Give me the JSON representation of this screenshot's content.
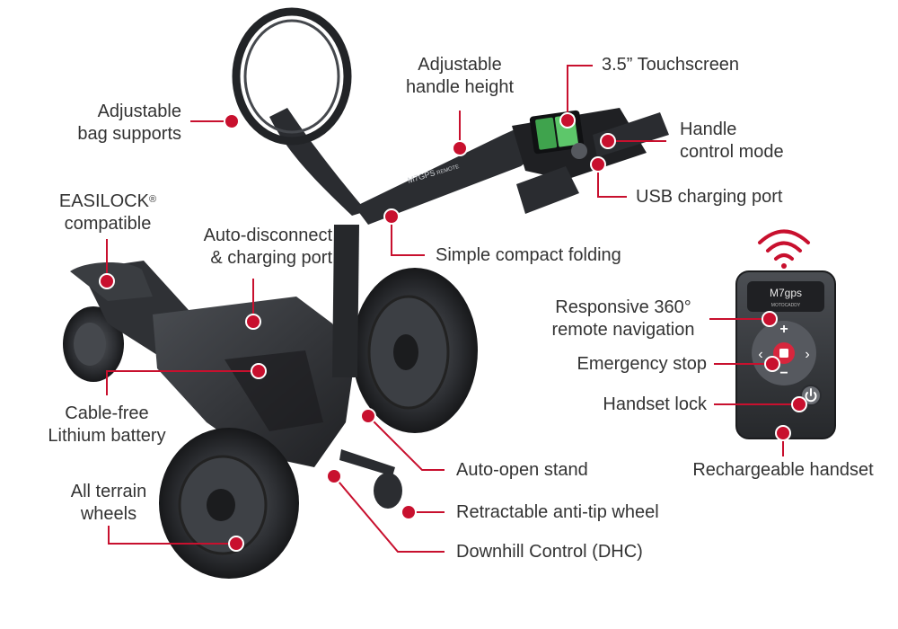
{
  "colors": {
    "accent": "#c8102e",
    "text": "#333333",
    "trolley": "#2b2d30",
    "background": "#ffffff"
  },
  "labels": {
    "adjustable_bag_supports": [
      "Adjustable",
      "bag supports"
    ],
    "adjustable_handle_height": [
      "Adjustable",
      "handle height"
    ],
    "touchscreen": "3.5” Touchscreen",
    "handle_control_mode": [
      "Handle",
      "control mode"
    ],
    "usb_charging_port": "USB charging port",
    "easilock": [
      "EASILOCK",
      "®",
      "compatible"
    ],
    "auto_disconnect": [
      "Auto-disconnect",
      "& charging port"
    ],
    "simple_compact_folding": "Simple compact folding",
    "cable_free_battery": [
      "Cable-free",
      "Lithium battery"
    ],
    "all_terrain_wheels": [
      "All terrain",
      "wheels"
    ],
    "auto_open_stand": "Auto-open stand",
    "anti_tip_wheel": "Retractable anti-tip wheel",
    "downhill_control": "Downhill Control (DHC)",
    "responsive_navigation": [
      "Responsive 360°",
      "remote navigation"
    ],
    "emergency_stop": "Emergency stop",
    "handset_lock": "Handset lock",
    "rechargeable_handset": "Rechargeable handset"
  },
  "product": {
    "frame_badge": "M7GPS",
    "frame_badge_sub": "REMOTE",
    "remote_logo": "M7gps",
    "remote_sub": "MOTOCADDY"
  },
  "icons": {
    "wifi": "wifi-signal-icon",
    "power": "power-icon",
    "plus": "plus-icon",
    "minus": "minus-icon",
    "left": "chevron-left-icon",
    "right": "chevron-right-icon",
    "stop": "stop-icon"
  }
}
